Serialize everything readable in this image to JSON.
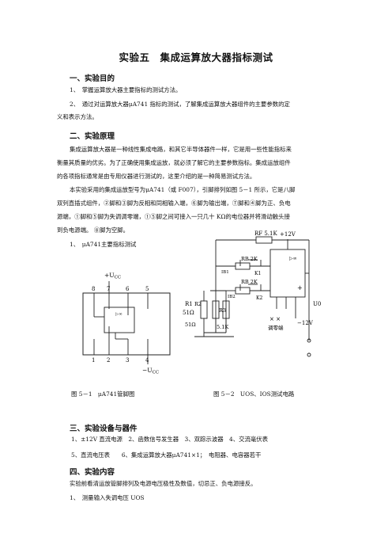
{
  "title": "实验五　集成运算放大器指标测试",
  "sec1": {
    "heading": "一、实验目的",
    "item1": "1、　掌握运算放大器主要指标的测试方法。",
    "item2a": "2、　通过对运算放大器μA741 指标的测试，了解集成运算放大器组件的主要参数的定",
    "item2b": "义和表示方法。"
  },
  "sec2": {
    "heading": "二、实验原理",
    "para1a": "集成运算放大器是一种线性集成电路，和其它半导体器件一样，它是用一些性能指标来",
    "para1b": "衡量其质量的优劣。为了正确使用集成运放，就必须了解它的主要参数指标。集成运放组件",
    "para1c": "的各项指标通常是由专用仪器进行测试的，这里介绍的是一种简易测试方法。",
    "para2a": "本实验采用的集成运放型号为μA741（或 F007），引脚排列如图 5－1 所示，它是八脚",
    "para2b": "双列直插式组件，②脚和③脚为反相和同相输入端，⑥脚为输出端，⑦脚和④脚为正、负电",
    "para2c": "源端，①脚和⑤脚为失调调零端，①⑤脚之间可接入一只几十 KΩ的电位器并将滑动触头接",
    "para2d": "到负电源端。 ⑧脚为空脚。",
    "sub1": "1、　μA741主要指标测试"
  },
  "fig1": {
    "vcc_pos": "+U",
    "vcc_pos_sub": "CC",
    "vcc_neg": "−U",
    "vcc_neg_sub": "CC",
    "pins_top": [
      "8",
      "7",
      "6",
      "5"
    ],
    "pins_bottom": [
      "1",
      "2",
      "3",
      "4"
    ],
    "chip_symbol": "▷∞",
    "caption": "图 5－1　μA741管脚图"
  },
  "fig2": {
    "rf": "RF 5.1K",
    "v_pos": "+12V",
    "v_neg": "−12V",
    "r1": "R1",
    "r1_val": "51Ω",
    "r2": "R2",
    "r2_val": "51Ω",
    "r3": "R3",
    "r3_val": "5.1K",
    "rb1": "RB 2K",
    "rb2": "RB 2K",
    "ib1": "IB1",
    "ib2": "IB2",
    "k1": "K1",
    "k2": "K2",
    "amp": "▷∞",
    "uo": "U0",
    "zero_adj": "调零端",
    "caption": "图 5－2　UOS、IOS测试电路"
  },
  "sec3": {
    "heading": "三、实验设备与器件",
    "line1": "1、±12V 直流电源　2、函数信号发生器　3、双踪示波器　4、交流毫伏表",
    "line2": "5、直流电压表　　6、集成运算放大器μA741×1；　电阻器、电容器若干"
  },
  "sec4": {
    "heading": "四、实验内容",
    "para": "实验前看清运放管脚排列及电源电压极性及数值，切忌正、负电源接反。",
    "sub1": "1、　测量输入失调电压 UOS"
  }
}
